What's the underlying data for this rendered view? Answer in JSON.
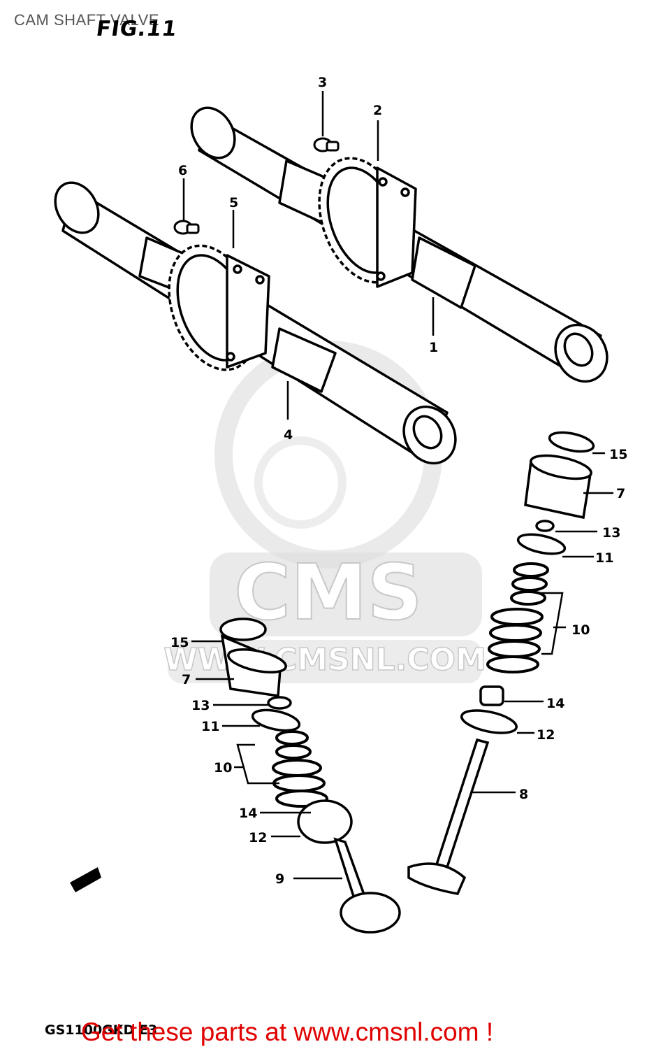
{
  "header": {
    "title": "CAM SHAFT VALVE",
    "figure_label": "FIG.11"
  },
  "watermark": {
    "text": "WWW.CMSNL.COM",
    "logo_text": "CMS"
  },
  "callouts": {
    "c1": "1",
    "c2": "2",
    "c3": "3",
    "c4": "4",
    "c5": "5",
    "c6": "6",
    "c7a": "7",
    "c7b": "7",
    "c8": "8",
    "c9": "9",
    "c10a": "10",
    "c10b": "10",
    "c11a": "11",
    "c11b": "11",
    "c12a": "12",
    "c12b": "12",
    "c13a": "13",
    "c13b": "13",
    "c14a": "14",
    "c14b": "14",
    "c15a": "15",
    "c15b": "15"
  },
  "footer": {
    "model_code": "GS1100GKD E3",
    "promo": "Get these parts at www.cmsnl.com !"
  },
  "colors": {
    "promo": "#e00000",
    "watermark": "#d9d9d9",
    "line": "#000000"
  }
}
